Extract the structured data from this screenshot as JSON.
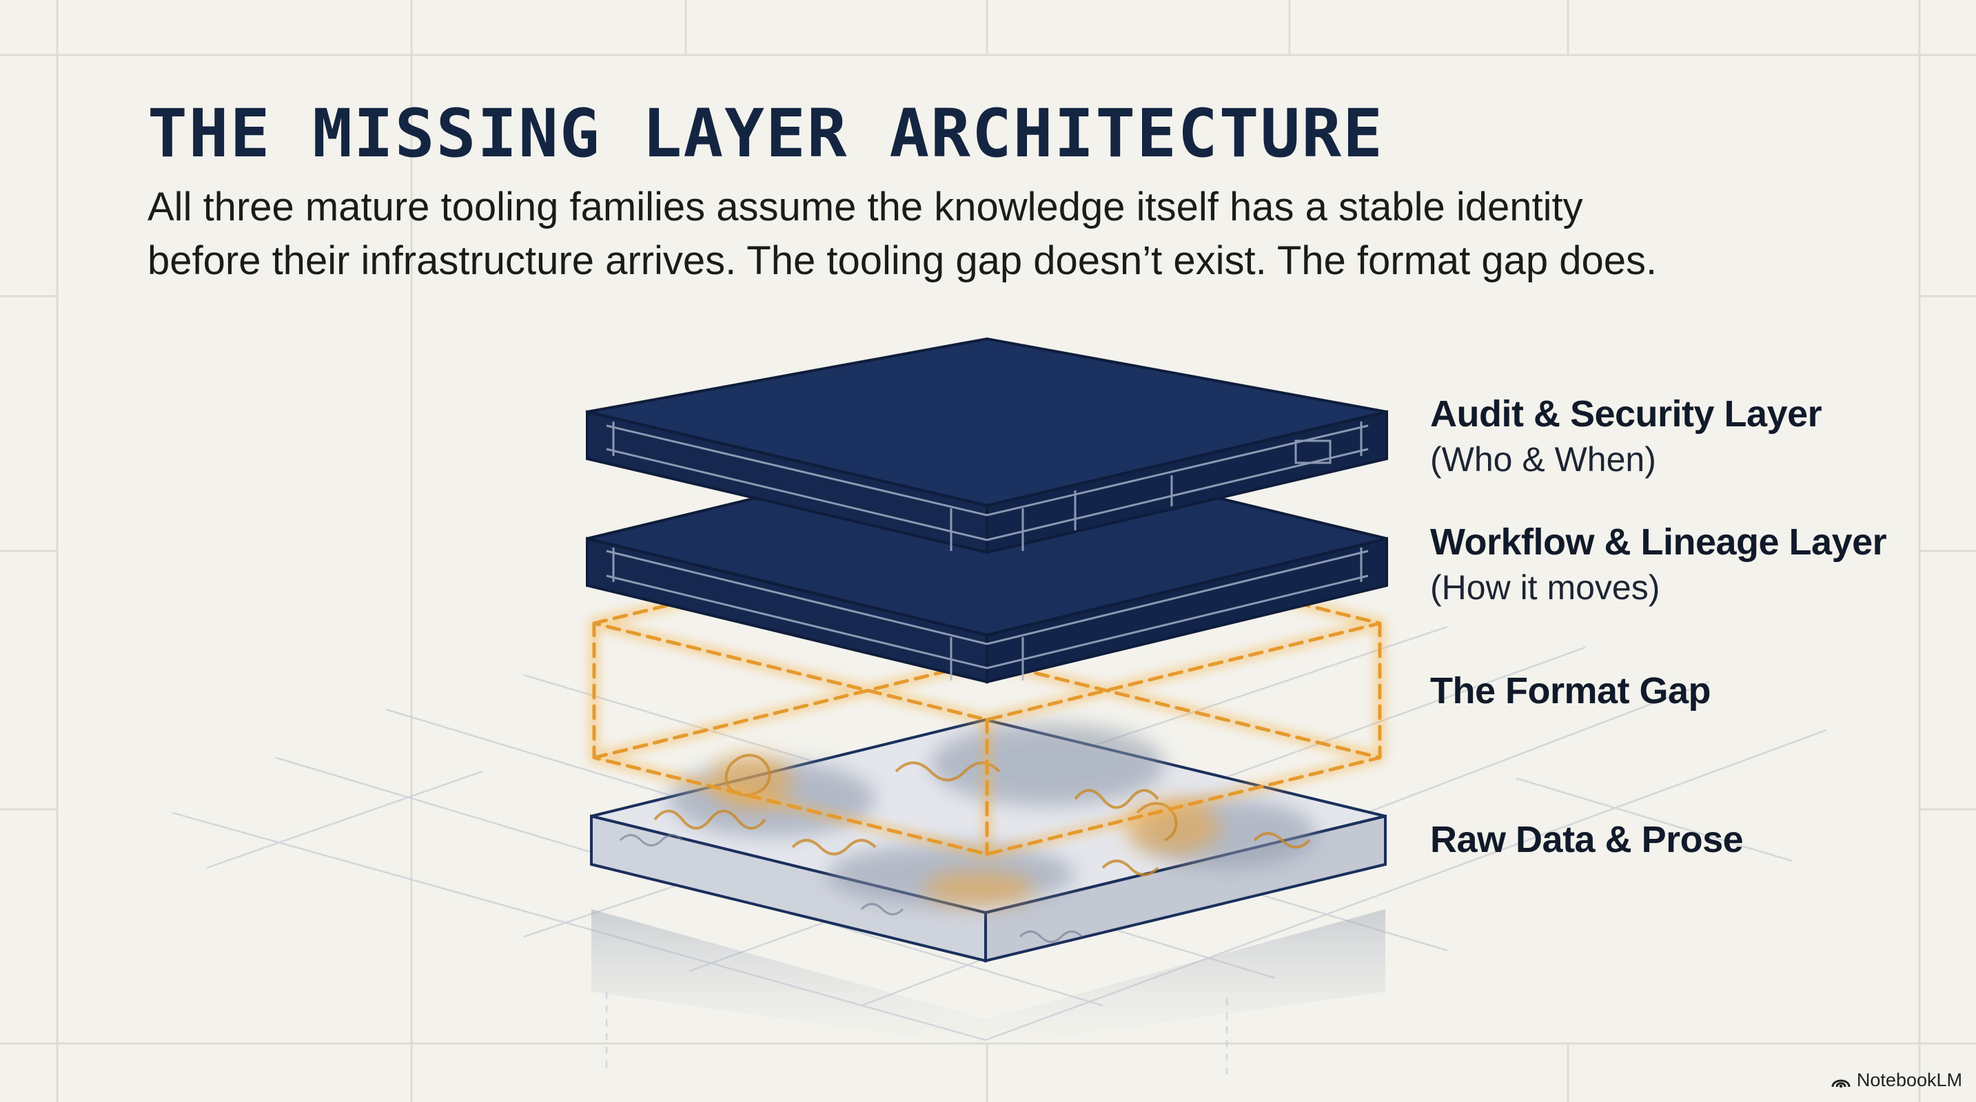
{
  "slide": {
    "title": "THE MISSING LAYER ARCHITECTURE",
    "subtitle_lines": [
      "All three mature tooling families assume the knowledge itself has a stable identity",
      "before their infrastructure arrives. The tooling gap doesn’t exist. The format gap does."
    ]
  },
  "layers": [
    {
      "name": "Audit & Security Layer",
      "sub": "(Who & When)"
    },
    {
      "name": "Workflow & Lineage Layer",
      "sub": "(How it moves)"
    },
    {
      "name": "The Format Gap",
      "sub": ""
    },
    {
      "name": "Raw Data & Prose",
      "sub": ""
    }
  ],
  "brand": {
    "name": "NotebookLM",
    "icon": "notebooklm-logo-icon"
  },
  "colors": {
    "background": "#f3f2ec",
    "navy": "#1a2f5c",
    "gap_orange": "#efa53a",
    "text": "#142542"
  }
}
